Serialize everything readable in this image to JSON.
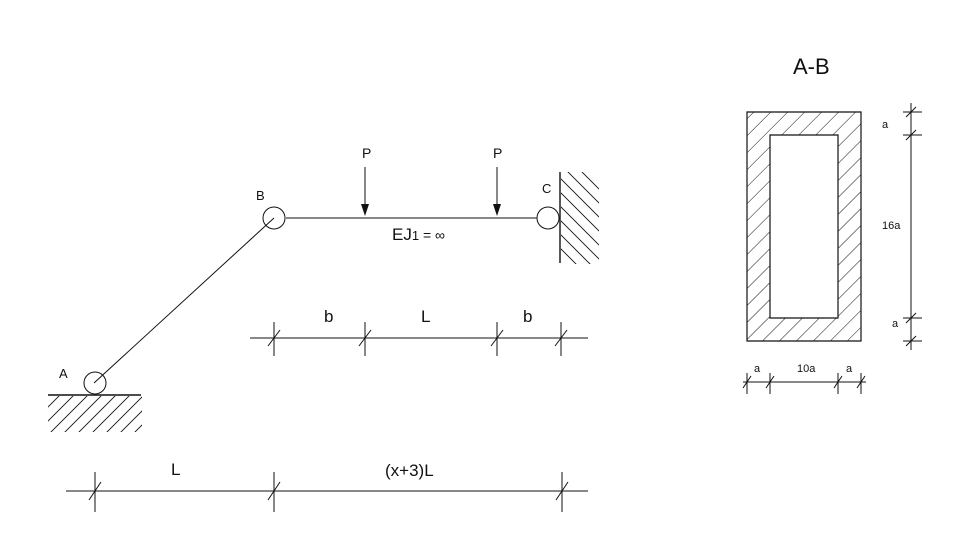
{
  "frame": {
    "nodes": {
      "A": "A",
      "B": "B",
      "C": "C"
    },
    "loads": {
      "p_left": "P",
      "p_right": "P"
    },
    "stiffness": {
      "main": "EJ",
      "sub": "1",
      "rest": " = ∞"
    }
  },
  "dimensions": {
    "top": {
      "b_left": "b",
      "middle": "L",
      "b_right": "b"
    },
    "bottom": {
      "left": "L",
      "right": "(x+3)L"
    }
  },
  "section": {
    "title": "A-B",
    "right_dims": {
      "top": "a",
      "middle": "16a",
      "bottom": "a"
    },
    "bottom_dims": {
      "left": "a",
      "middle": "10a",
      "right": "a"
    }
  }
}
